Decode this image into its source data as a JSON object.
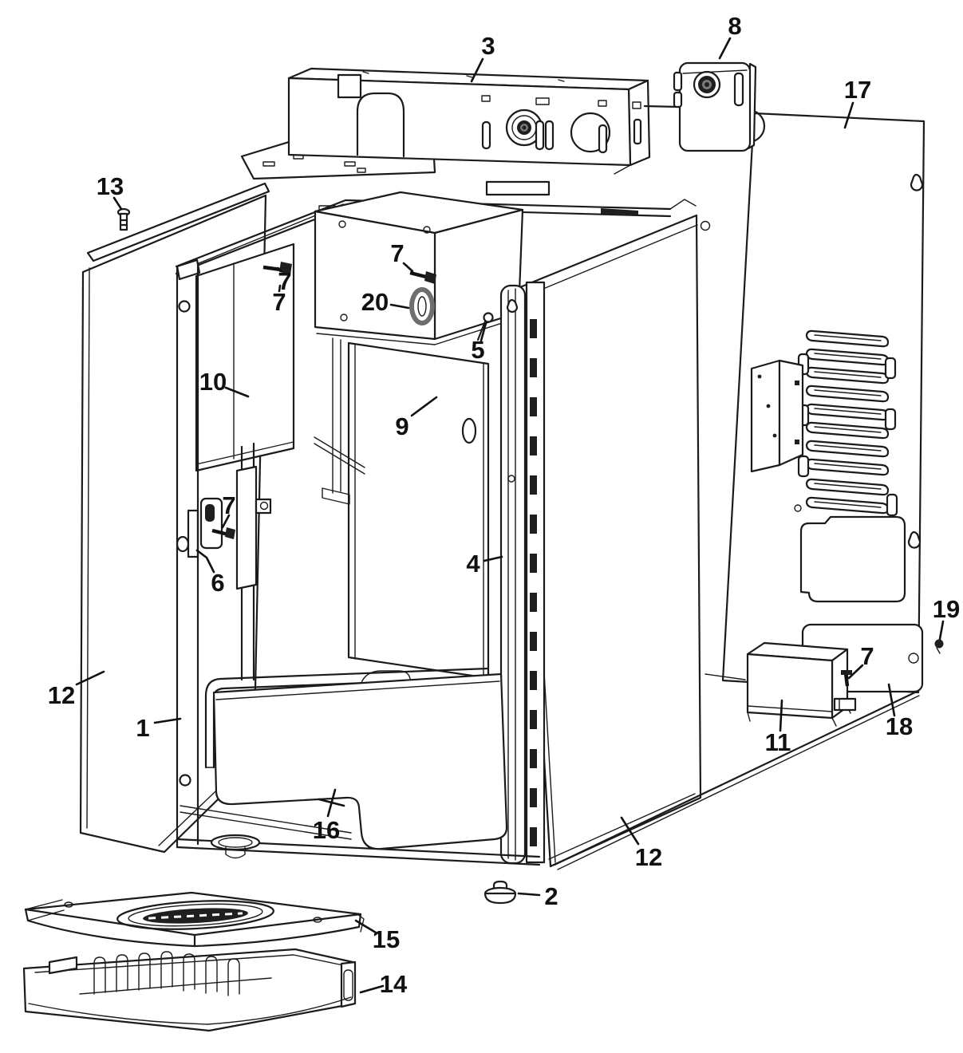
{
  "diagram": {
    "type": "exploded-parts-diagram",
    "colors": {
      "background": "#ffffff",
      "line": "#1b1b1b"
    },
    "labels": [
      {
        "text": "3"
      },
      {
        "text": "8"
      },
      {
        "text": "17"
      },
      {
        "text": "13"
      },
      {
        "text": "7"
      },
      {
        "text": "20"
      },
      {
        "text": "5"
      },
      {
        "text": "10"
      },
      {
        "text": "9"
      },
      {
        "text": "7"
      },
      {
        "text": "7"
      },
      {
        "text": "7"
      },
      {
        "text": "6"
      },
      {
        "text": "4"
      },
      {
        "text": "12"
      },
      {
        "text": "1"
      },
      {
        "text": "16"
      },
      {
        "text": "2"
      },
      {
        "text": "12"
      },
      {
        "text": "11"
      },
      {
        "text": "7"
      },
      {
        "text": "18"
      },
      {
        "text": "19"
      },
      {
        "text": "15"
      },
      {
        "text": "14"
      }
    ]
  }
}
